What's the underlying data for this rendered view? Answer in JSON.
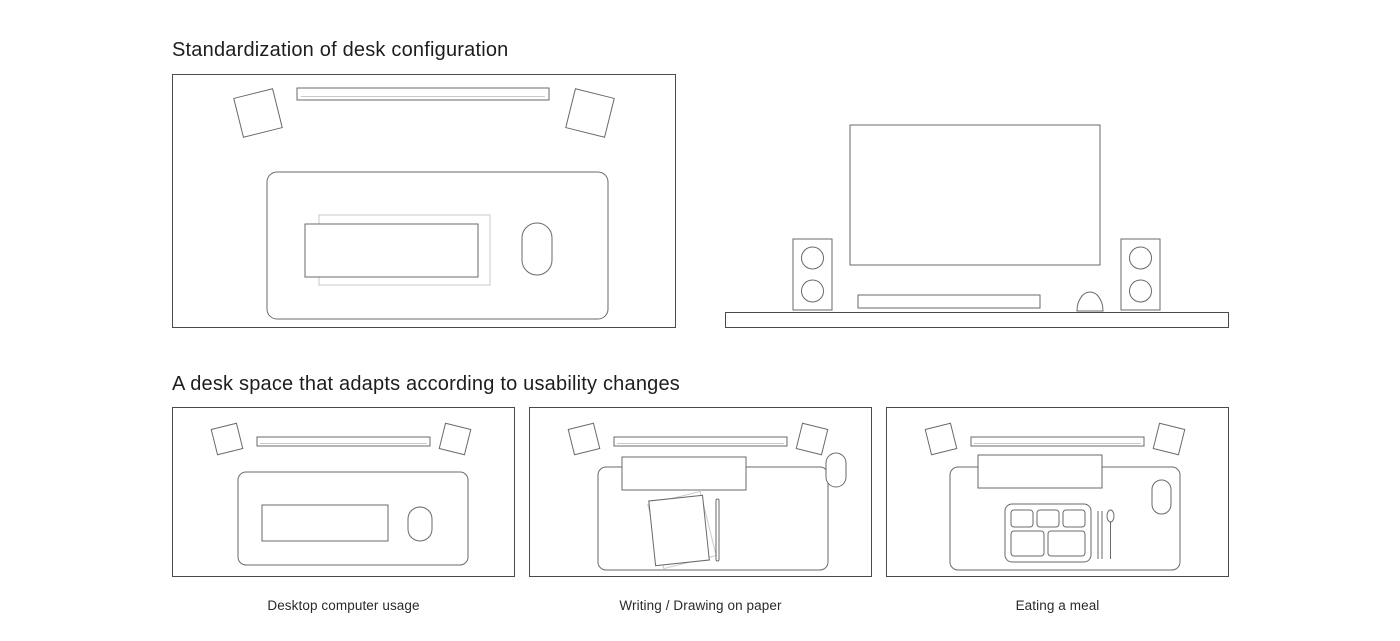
{
  "page": {
    "background": "#ffffff"
  },
  "colors": {
    "line": "#6a6a6a",
    "line_dark": "#4a4a4a",
    "line_light": "#c8c8c8",
    "text": "#1d1d1f"
  },
  "sections": {
    "standardization": {
      "title": "Standardization of desk configuration"
    },
    "adaptive": {
      "title": "A desk space that adapts according to usability changes",
      "panels": [
        {
          "caption": "Desktop computer usage"
        },
        {
          "caption": "Writing / Drawing on paper"
        },
        {
          "caption": "Eating a meal"
        }
      ]
    }
  }
}
